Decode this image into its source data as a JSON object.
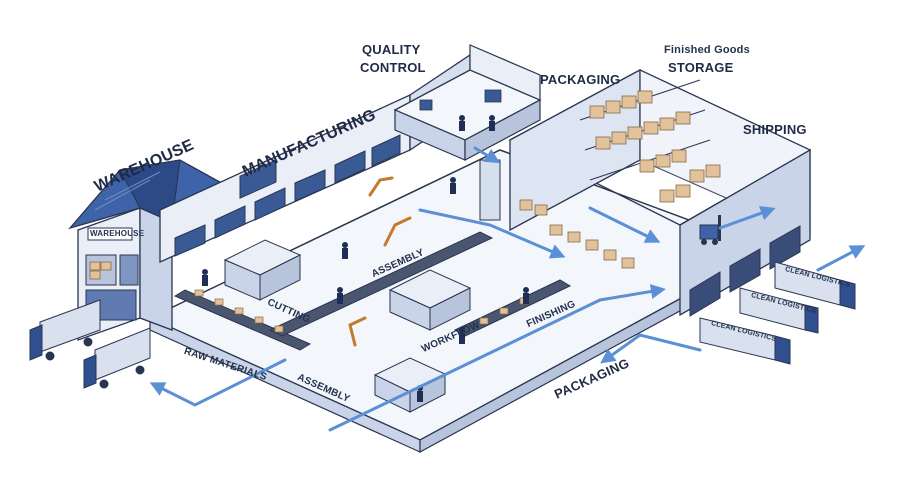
{
  "labels": {
    "warehouse": "WAREHOUSE",
    "warehouse_sign": "WAREHOUSE",
    "manufacturing": "MANUFACTURING",
    "quality_control_line1": "QUALITY",
    "quality_control_line2": "CONTROL",
    "packaging_top": "PACKAGING",
    "finished_goods_line1": "Finished Goods",
    "finished_goods_line2": "STORAGE",
    "shipping": "SHIPPING",
    "cutting": "CUTTING",
    "assembly": "ASSEMBLY",
    "workflow": "WORKFLOW",
    "finishing": "FINISHING",
    "raw_materials": "RAW MATERIALS",
    "assembly_floor": "ASSEMBLY",
    "packaging_floor": "PACKAGING",
    "truck_label_1": "CLEAN LOGISTICS",
    "truck_label_2": "CLEAN LOGISTICS",
    "truck_label_3": "CLEAN LOGISTICS"
  },
  "colors": {
    "outline": "#2a3550",
    "wall_light": "#e9eef7",
    "wall_mid": "#c9d4e8",
    "roof_blue": "#3f63a8",
    "roof_dark": "#2c4a86",
    "floor": "#f3f6fb",
    "flow_arrow": "#5b8fd6",
    "box": "#e2c29a",
    "box_dark": "#b98d5f",
    "truck_cab": "#2f4f8f",
    "truck_trailer": "#d9e1ef",
    "conveyor": "#4a5570",
    "worker": "#1e2e55"
  },
  "icons": [
    "forklift-icon",
    "robot-arm-icon",
    "truck-icon",
    "worker-icon",
    "conveyor-icon",
    "box-icon"
  ]
}
